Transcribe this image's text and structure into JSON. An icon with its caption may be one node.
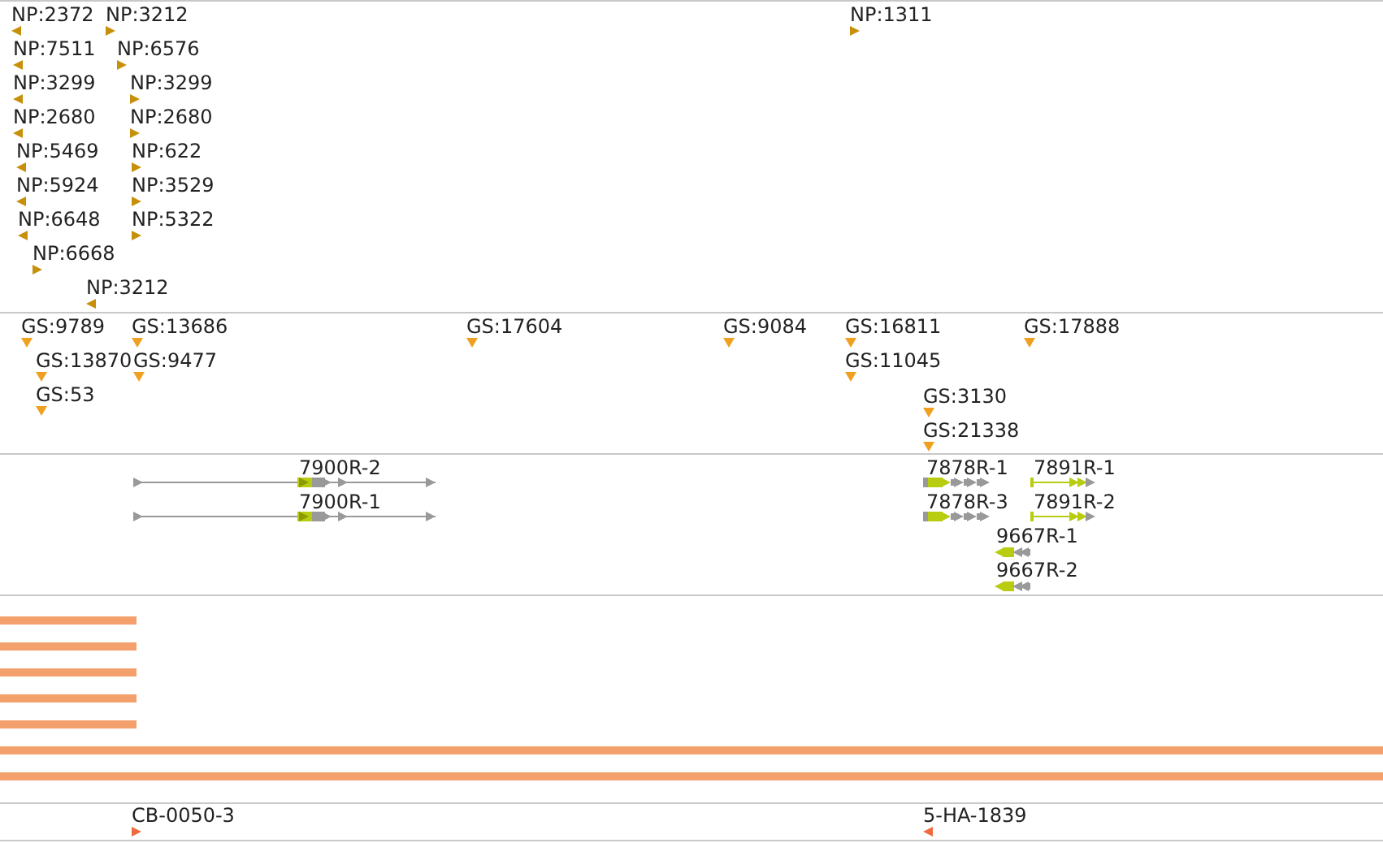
{
  "diagram": {
    "labels": [
      "NP:2372",
      "NP:3212",
      "NP:1311",
      "NP:7511",
      "NP:6576",
      "NP:3299",
      "NP:3299",
      "NP:2680",
      "NP:2680",
      "NP:5469",
      "NP:622",
      "NP:5924",
      "NP:3529",
      "NP:6648",
      "NP:5322",
      "NP:6668",
      "NP:3212",
      "GS:9789",
      "GS:13686",
      "GS:17604",
      "GS:9084",
      "GS:16811",
      "GS:17888",
      "GS:13870",
      "GS:9477",
      "GS:11045",
      "GS:53",
      "GS:3130",
      "GS:21338",
      "7900R-2",
      "7878R-1",
      "7891R-1",
      "7900R-1",
      "7878R-3",
      "7891R-2",
      "9667R-1",
      "9667R-2",
      "CB-0050-3",
      "5-HA-1839"
    ]
  }
}
